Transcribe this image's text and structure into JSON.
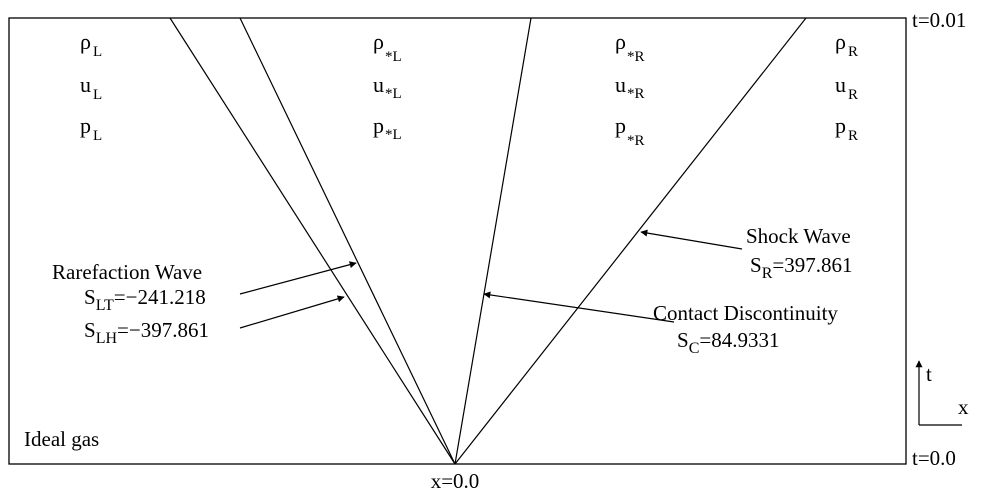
{
  "time_labels": {
    "top": "t=0.01",
    "bottom": "t=0.0"
  },
  "origin_label": "x=0.0",
  "gas_label": "Ideal gas",
  "axes": {
    "t": "t",
    "x": "x"
  },
  "regions": {
    "left": {
      "rho": "ρ",
      "u": "u",
      "p": "p",
      "sub": "L"
    },
    "star_left": {
      "rho": "ρ",
      "u": "u",
      "p": "p",
      "sub": "*L"
    },
    "star_right": {
      "rho": "ρ",
      "u": "u",
      "p": "p",
      "sub": "*R"
    },
    "right": {
      "rho": "ρ",
      "u": "u",
      "p": "p",
      "sub": "R"
    }
  },
  "waves": {
    "rarefaction": {
      "title": "Rarefaction Wave",
      "tail_symbol": "S",
      "tail_sub": "LT",
      "tail_value": "=−241.218",
      "head_symbol": "S",
      "head_sub": "LH",
      "head_value": "=−397.861"
    },
    "contact": {
      "title": "Contact Discontinuity",
      "symbol": "S",
      "sub": "C",
      "value": "=84.9331"
    },
    "shock": {
      "title": "Shock Wave",
      "symbol": "S",
      "sub": "R",
      "value": "=397.861"
    }
  }
}
